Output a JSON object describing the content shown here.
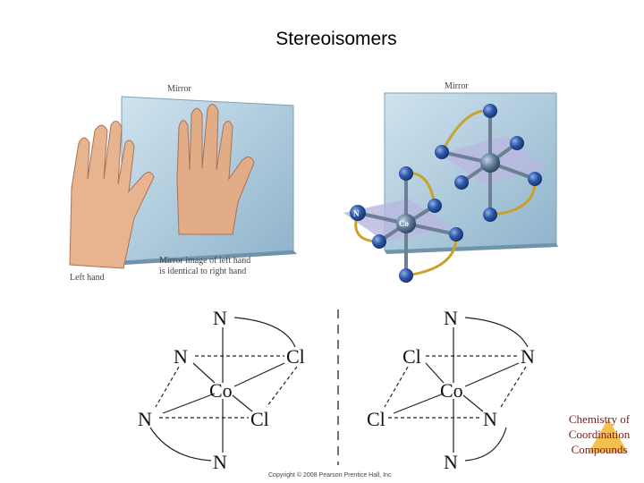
{
  "title": "Stereoisomers",
  "hands_panel": {
    "mirror_label": "Mirror",
    "left_hand_label": "Left hand",
    "mirror_caption_line1": "Mirror image of left hand",
    "mirror_caption_line2": "is identical to right hand"
  },
  "molecule_panel": {
    "mirror_label": "Mirror",
    "atom_N": "N",
    "atom_Co": "Co"
  },
  "structures": {
    "left": {
      "top": "N",
      "upper_left": "N",
      "upper_right": "Cl",
      "center": "Co",
      "lower_left": "N",
      "lower_right": "Cl",
      "bottom": "N"
    },
    "right": {
      "top": "N",
      "upper_left": "Cl",
      "upper_right": "N",
      "center": "Co",
      "lower_left": "Cl",
      "lower_right": "N",
      "bottom": "N"
    }
  },
  "footer": {
    "copyright": "Copyright © 2008 Pearson Prentice Hall, Inc",
    "course_line1": "Chemistry of",
    "course_line2": "Coordination",
    "course_line3": "Compounds"
  },
  "colors": {
    "mirror": "#a9c8dc",
    "skin": "#e8b48f",
    "atom": "#2f58a8",
    "cobalt": "#5e7b98",
    "bidentate_loop": "#c9a227",
    "course_text": "#7a1c1c",
    "course_badge": "#f4b93a"
  }
}
